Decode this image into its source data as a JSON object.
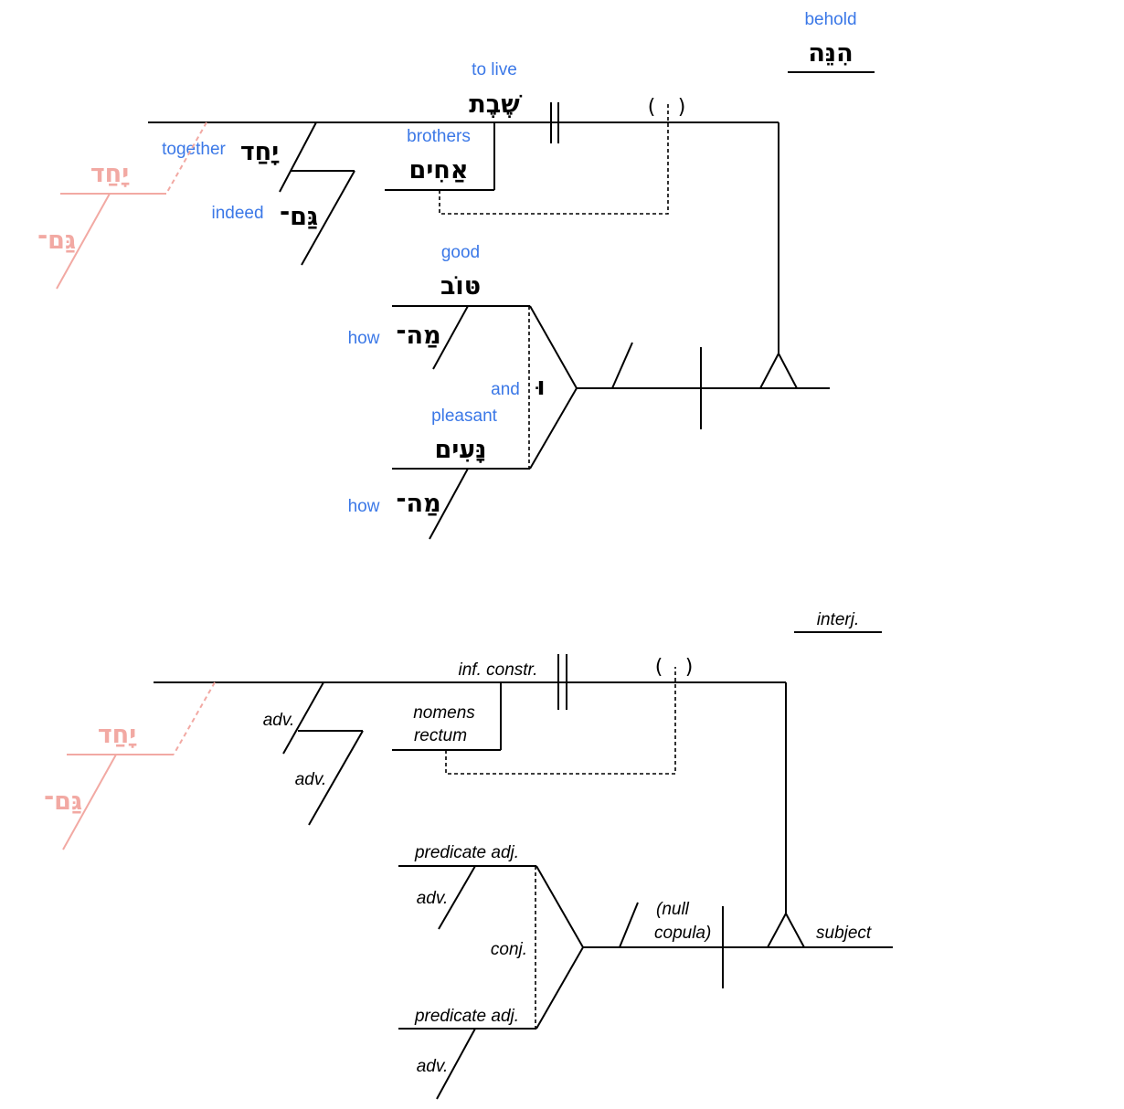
{
  "colors": {
    "gloss": "#3b78e7",
    "ghost": "#f2a9a3",
    "line": "#000000"
  },
  "top": {
    "hinneh": {
      "gloss": "behold",
      "hebrew": "הִנֵּה"
    },
    "shevet": {
      "gloss": "to live",
      "hebrew": "שֶׁבֶת"
    },
    "achim": {
      "gloss": "brothers",
      "hebrew": "אַחִים"
    },
    "yachad": {
      "gloss": "together",
      "hebrew": "יָחַד"
    },
    "gam": {
      "gloss": "indeed",
      "hebrew": "גַּם־"
    },
    "ghost_yachad": "יָחַד",
    "ghost_gam": "גַּם־",
    "tov": {
      "gloss": "good",
      "hebrew": "טּוֹב"
    },
    "mah1": {
      "gloss": "how",
      "hebrew": "מַה־"
    },
    "conj": {
      "gloss": "and",
      "hebrew": "וּ"
    },
    "naim": {
      "gloss": "pleasant",
      "hebrew": "נָּעִים"
    },
    "mah2": {
      "gloss": "how",
      "hebrew": "מַה־"
    },
    "paren_open": "(",
    "paren_close": ")"
  },
  "bottom": {
    "interj": "interj.",
    "inf_constr": "inf. constr.",
    "nomens_rectum": [
      "nomens",
      "rectum"
    ],
    "adv_upper_1": "adv.",
    "adv_upper_2": "adv.",
    "ghost_yachad": "יָחַד",
    "ghost_gam": "גַּם־",
    "pred_adj_1": "predicate adj.",
    "adv_lower_1": "adv.",
    "conj": "conj.",
    "pred_adj_2": "predicate adj.",
    "adv_lower_2": "adv.",
    "null_copula": [
      "(null",
      "copula)"
    ],
    "subject": "subject",
    "paren_open": "(",
    "paren_close": ")"
  }
}
